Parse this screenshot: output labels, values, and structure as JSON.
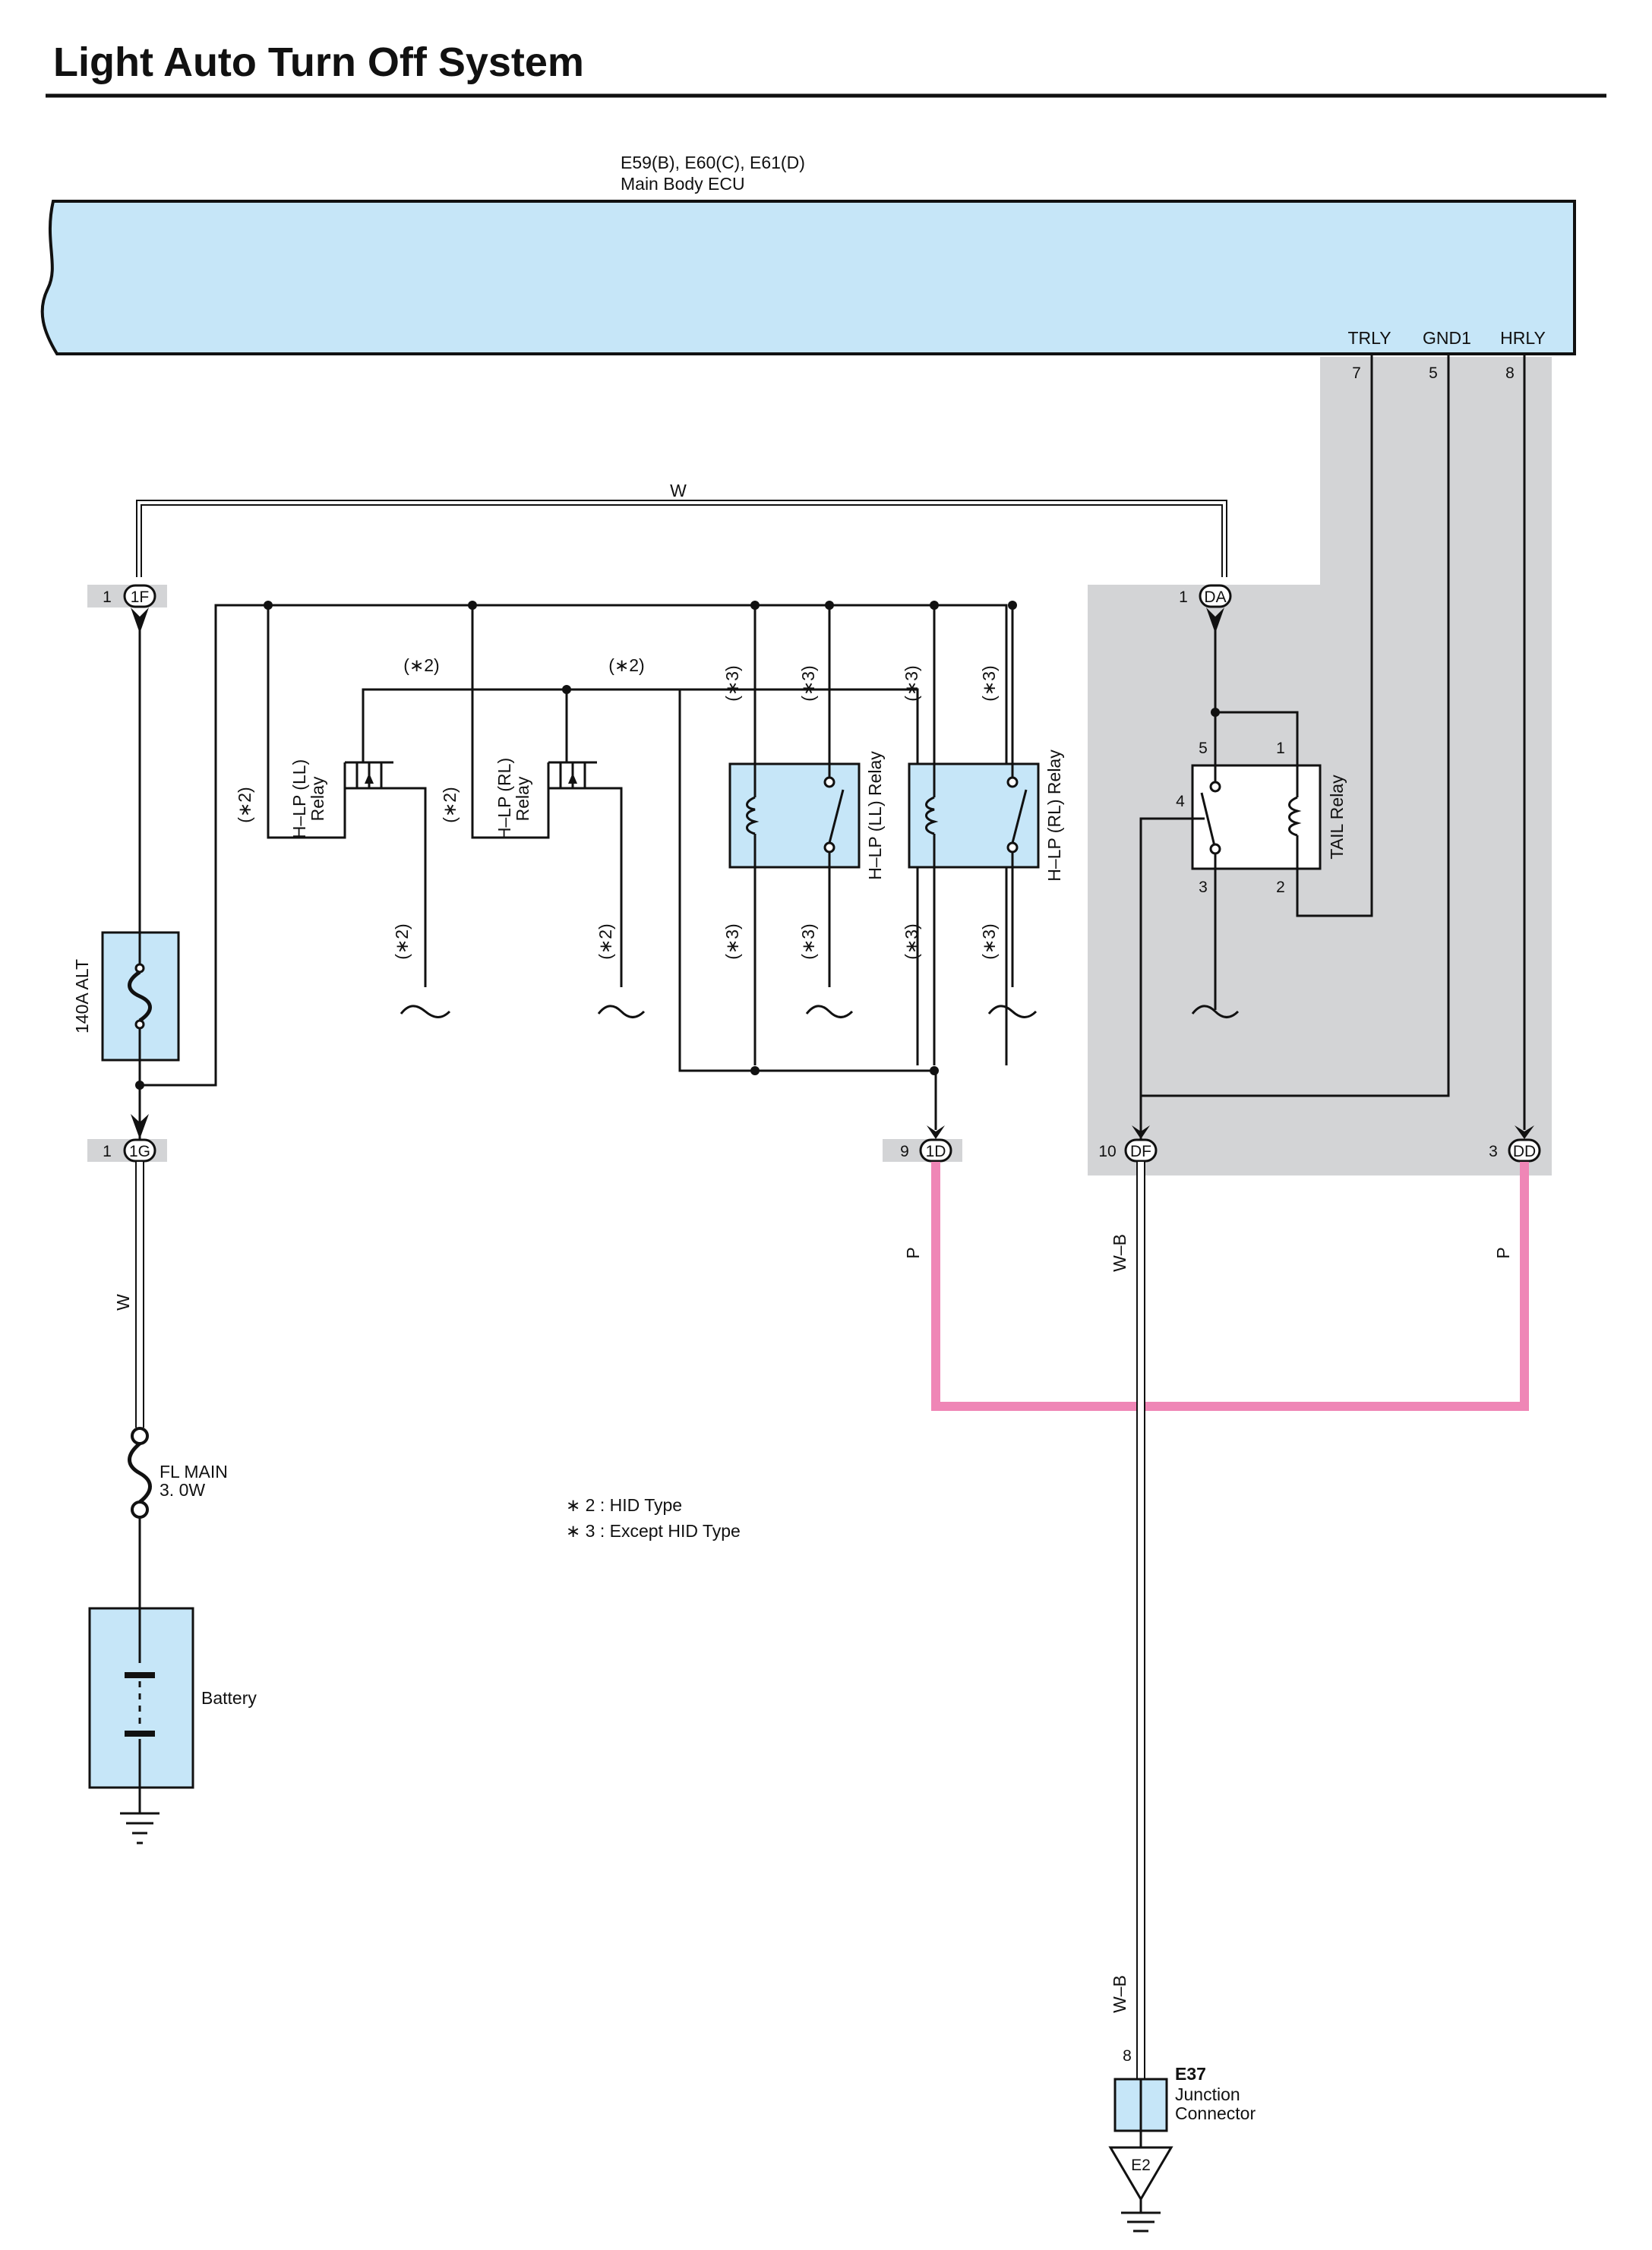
{
  "title": "Light Auto Turn Off System",
  "ecu": {
    "connectors": "E59(B), E60(C), E61(D)",
    "name": "Main Body ECU",
    "terminals": [
      {
        "name": "TRLY",
        "pin": "7"
      },
      {
        "name": "GND1",
        "pin": "5"
      },
      {
        "name": "HRLY",
        "pin": "8"
      }
    ]
  },
  "connectors": {
    "c1F": {
      "pin": "1",
      "code": "1F"
    },
    "cDA": {
      "pin": "1",
      "code": "DA"
    },
    "c1G": {
      "pin": "1",
      "code": "1G"
    },
    "c1D": {
      "pin": "9",
      "code": "1D"
    },
    "cDF": {
      "pin": "10",
      "code": "DF"
    },
    "cDD": {
      "pin": "3",
      "code": "DD"
    }
  },
  "wires": {
    "top_w": "W",
    "w_left": "W",
    "p_left": "P",
    "wb_upper": "W–B",
    "p_right": "P",
    "wb_lower": "W–B"
  },
  "components": {
    "alt_fuse": "140A ALT",
    "hlp_ll_fet_1": "H–LP (LL)",
    "hlp_ll_fet_2": "Relay",
    "hlp_rl_fet_1": "H–LP (RL)",
    "hlp_rl_fet_2": "Relay",
    "hlp_ll_relay": "H–LP (LL) Relay",
    "hlp_rl_relay": "H–LP (RL) Relay",
    "tail_relay": "TAIL Relay",
    "tail_pins": [
      "5",
      "1",
      "4",
      "3",
      "2"
    ],
    "fl_main_1": "FL MAIN",
    "fl_main_2": "3. 0W",
    "battery": "Battery",
    "junction_pin": "8",
    "junction_code": "E37",
    "junction_1": "Junction",
    "junction_2": "Connector",
    "ground": "E2"
  },
  "marks": {
    "s2": "(∗2)",
    "s3": "(∗3)"
  },
  "legend": [
    "∗ 2 : HID Type",
    "∗ 3 : Except HID Type"
  ],
  "colors": {
    "ecu_fill": "#c6e6f8",
    "shade": "#d3d4d6",
    "pink_wire": "#ef86b6",
    "relay_fill": "#c6e6f8"
  }
}
